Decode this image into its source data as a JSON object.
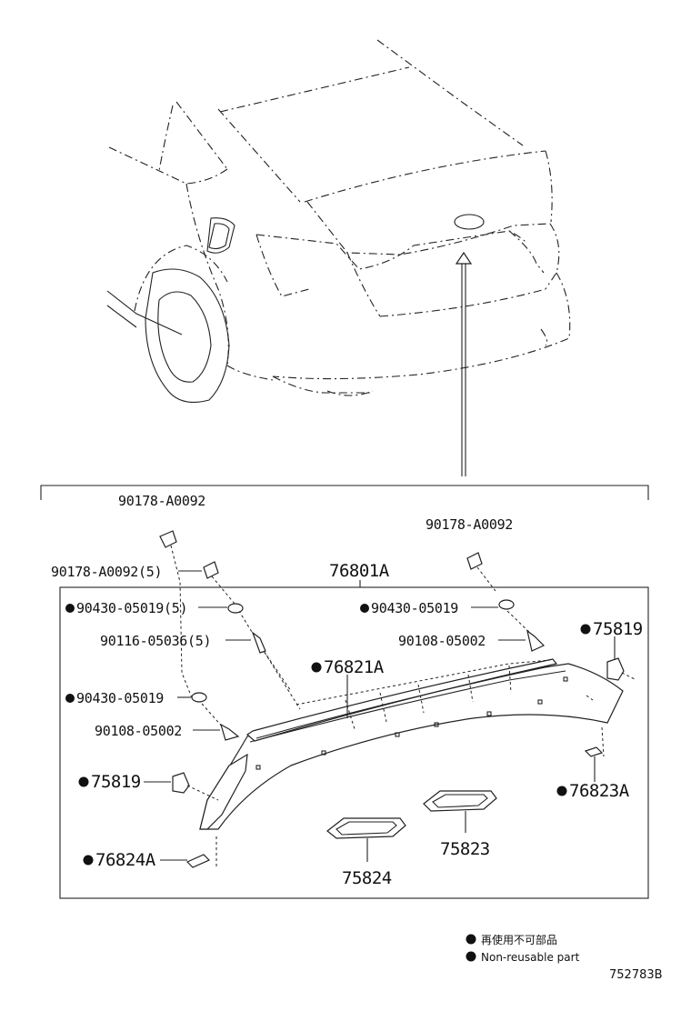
{
  "diagram": {
    "label_rows": [
      {
        "id": "top-left-clip",
        "code": "90178-A0092",
        "non_reusable": false
      },
      {
        "id": "top-right-clip",
        "code": "90178-A0092",
        "non_reusable": false
      },
      {
        "id": "clip-qty",
        "code": "90178-A0092(5)",
        "non_reusable": false
      },
      {
        "id": "assembly",
        "code": "76801A",
        "non_reusable": false
      },
      {
        "id": "nut-qty",
        "code": "90430-05019(5)",
        "non_reusable": true
      },
      {
        "id": "nut-right",
        "code": "90430-05019",
        "non_reusable": true
      },
      {
        "id": "bolt-qty",
        "code": "90116-05036(5)",
        "non_reusable": false
      },
      {
        "id": "screw-right",
        "code": "90108-05002",
        "non_reusable": false
      },
      {
        "id": "clip-75819-right",
        "code": "75819",
        "non_reusable": true
      },
      {
        "id": "garnish",
        "code": "76821A",
        "non_reusable": true
      },
      {
        "id": "nut-left",
        "code": "90430-05019",
        "non_reusable": true
      },
      {
        "id": "screw-left",
        "code": "90108-05002",
        "non_reusable": false
      },
      {
        "id": "clip-75819-left",
        "code": "75819",
        "non_reusable": true
      },
      {
        "id": "tape-right",
        "code": "76823A",
        "non_reusable": true
      },
      {
        "id": "emblem-right",
        "code": "75823",
        "non_reusable": false
      },
      {
        "id": "tape-left",
        "code": "76824A",
        "non_reusable": true
      },
      {
        "id": "emblem-left",
        "code": "75824",
        "non_reusable": false
      }
    ],
    "legend": {
      "jp": "再使用不可部品",
      "en": "Non-reusable part"
    },
    "figure_code": "752783B"
  }
}
